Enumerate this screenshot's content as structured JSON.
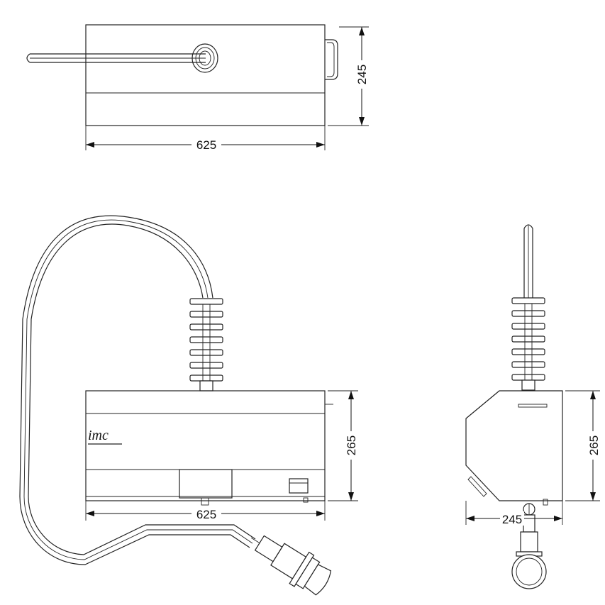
{
  "top_view": {
    "width_label": "625",
    "depth_label": "245"
  },
  "front_view": {
    "width_label": "625",
    "height_label": "265",
    "brand_logo": "imc"
  },
  "side_view": {
    "width_label": "245",
    "height_label": "265"
  }
}
